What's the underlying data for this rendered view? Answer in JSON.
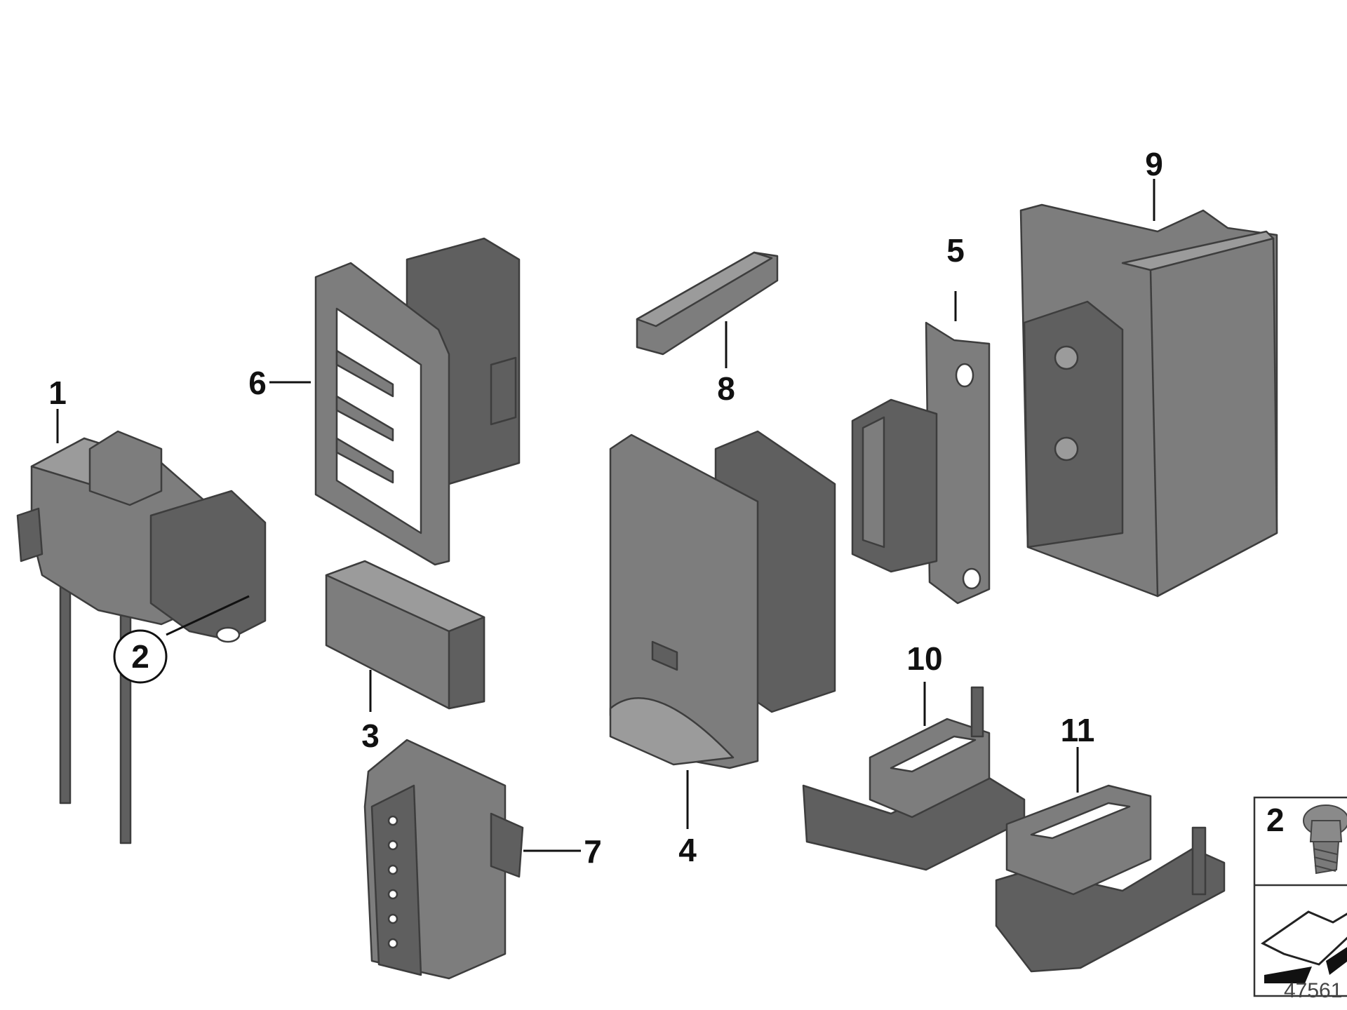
{
  "callouts": {
    "c1": "1",
    "c2": "2",
    "c3": "3",
    "c4": "4",
    "c5": "5",
    "c6": "6",
    "c7": "7",
    "c8": "8",
    "c9": "9",
    "c10": "10",
    "c11": "11"
  },
  "legend": {
    "number": "2"
  },
  "reference_number": "47561"
}
